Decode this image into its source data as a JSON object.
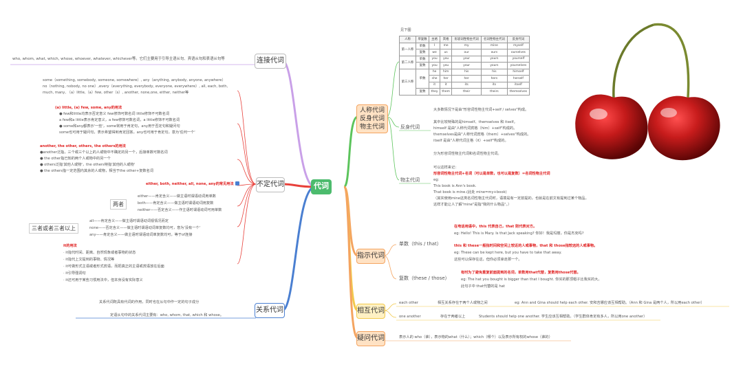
{
  "center": "代词",
  "branches": {
    "lianjie": "连接代词",
    "buding": "不定代词",
    "guanxi": "关系代词",
    "renchen": "人称代词\n反身代词\n物主代词",
    "zhishi": "指示代词",
    "xianghu": "相互代词",
    "yiwen": "疑问代词"
  },
  "lianjie_text": "who, whom, what, which, whose, whoever, whatever, whichever等。它们主要用于引导主语从句、宾语从句和表语从句等",
  "buding": {
    "intro": [
      "some（something, somebody, someone, somewhere）, any（anything, anybody, anyone, anywhere）",
      "no（nothing, nobody, no one）,every（everything, everybody, everyone, everywhere）, all, each, both,",
      "much, many, （a）little,（a）few, other（s）, another, none,one, either, neither等"
    ],
    "few_title": "(a) little, (a) few, some, any的用法",
    "few_lines": [
      "● few和little均表示否定意义 few修饰可数名词 little修饰不可数名词",
      "a few和a little表示肯定意义，a few修饰可数名词，a little修饰不可数名词",
      "● some和any都表示'一些'，some常用于肯定句，any用于否定句和疑问句",
      "some也可用于疑问句，表示希望得到肯定回答，any也可用于肯定句，意为'任何一个'"
    ],
    "another_title": "another, the other, others, the others的用法",
    "another_lines": [
      "●another泛指，三个或三个以上的人或物中不确定的另一个，后接单数可数名词",
      "● the other指已知的两个人或物中的另一个",
      "● others泛指'其他人或物'，the others特指'其他的人或物'",
      "● the others指一定范围内其余的人或物，相当于the other+复数名词"
    ],
    "either_title": "either, both, neither, all, none, any的常见用法",
    "liangzhe": "两者",
    "liangzhe_lines": [
      "either——肯定含义——做主语时谓语动词用单数",
      "both——肯定含义——做主语时谓语动词用复数",
      "neither——否定含义——作主语时谓语动词可用单数"
    ],
    "sanzhe": "三者或者三者以上",
    "sanzhe_lines": [
      "all——肯定含义——做主语时谓语动词视情况而定",
      "none——否定含义——做主语时谓语动词单复数均可，意为'没有一个'",
      "any——肯定含义——做主语时谓语动词单复数均可，等于of连接"
    ],
    "it_title": "it的用法",
    "it_lines": [
      "· it指代时间、距离、自然现象或者事物的状态",
      "· it指代上文提到的事物、情况等",
      "· it可做形式主语或者形式宾语，而把真正的主语或宾语放在后面",
      "· it引导强调句",
      "· it还可用于某些习惯用法中，但本身没有实际意义"
    ]
  },
  "guanxi_lines": [
    "关系代词既具有代词的作用，同时也在从句中作一定的句子成分",
    "定语从句中的关系代词主要有：who, whom, that, which 和 whose。"
  ],
  "renchen": {
    "table_title": "见下图",
    "headers": [
      "人称",
      "单复数",
      "主格",
      "宾格",
      "形容词性物主代词",
      "名词性物主代词",
      "反身代词"
    ],
    "rows": [
      [
        "第一人称",
        "单数",
        "I",
        "me",
        "my",
        "mine",
        "myself"
      ],
      [
        "",
        "复数",
        "we",
        "us",
        "our",
        "ours",
        "ourselves"
      ],
      [
        "第二人称",
        "单数",
        "you",
        "you",
        "your",
        "yours",
        "yourself"
      ],
      [
        "",
        "复数",
        "you",
        "you",
        "your",
        "yours",
        "yourselves"
      ],
      [
        "第三人称",
        "单数",
        "he",
        "him",
        "his",
        "his",
        "himself"
      ],
      [
        "",
        "",
        "she",
        "her",
        "her",
        "hers",
        "herself"
      ],
      [
        "",
        "",
        "it",
        "it",
        "its",
        "its",
        "itself"
      ],
      [
        "",
        "复数",
        "they",
        "them",
        "their",
        "theirs",
        "themselves"
      ]
    ],
    "fanshen_label": "反身代词",
    "fanshen_lines": [
      "大多数情况下是由\"形容词性物主代词+self / selves\"构成。",
      "",
      "其中比较特殊的是himself、themselves 和 itself。",
      "himself 是由\"人称代词宾格（him）+self\"构成的。",
      "themselves是由\"人称代词宾格（them）+selves\"构成的。",
      "itself 是由\"人称代词主格（it）+self\"构成的。"
    ],
    "fanshen_note": "分为形容词性物主代词和名词性物主代词。",
    "wuzhu_label": "物主代词",
    "wuzhu_lines": [
      "可以这样来记：",
      "形容词性物主代词+名词（可以是单数，也可以是复数）=名词性物主代词",
      "eg:",
      "This book is Ann's book.",
      "That book is mine.(此处 mine=my+book)",
      "（其实使用mine这类名词性物主代词时，语境是有一定前提的，也就是在前文有提到过某个物品，",
      "这样才能让人了解\"mine\"是指\"我的什么物品\"。）"
    ]
  },
  "zhishi": {
    "single_label": "单数（this / that）",
    "single_red1": "在电话用语中，this 代表自己，that 则代表对方。",
    "single_eg1": "eg: Hello! This is Mary. Is that Jack speaking? 你好！我是玛丽，你是杰克吗?",
    "single_red2": "this 和 these一般指时间和空间上较近的人或事物，that 和 those指较远的人或事物。",
    "single_eg2a": "eg: These can be kept here, but you have to take that away.",
    "single_eg2b": "这些可以保存在这，但你必须拿走那一个。",
    "plural_label": "复数（these / those）",
    "plural_red": "有时为了避免重复前面提到的名词，单数用that代替，复数用those代替。",
    "plural_eg1": "eg: The hat you bought is bigger than that I bought. 你买的那顶帽子比我买的大。",
    "plural_eg2": "此句子中 that代替的是 hat"
  },
  "xianghu": {
    "each_label": "each other",
    "each_desc": "相互关系存在于两个人或物之间",
    "each_eg": "eg: Ann and Gina should help each other. 安和吉娜应该互相帮助。（Ann 和 Gina 是两个人，所以用each other）",
    "one_label": "one another",
    "one_desc": "存在于两者以上",
    "one_eg": "Students should help one another. 学生应该互相帮助。（学生群体肯定有多人，所以用one another）"
  },
  "yiwen_text": "表示人的 who（谁），表示物的what（什么）；which（哪个）以及表示所有权的whose（谁的）",
  "colors": {
    "center": "#4cbb6d",
    "purple": "#c9a0e8",
    "red": "#e8403a",
    "blue": "#4a7fd1",
    "green": "#5cc45c",
    "orange": "#f4a460",
    "yellow": "#f2c94c"
  },
  "icons": [
    "cherry-illustration",
    "checkbox-icon"
  ]
}
